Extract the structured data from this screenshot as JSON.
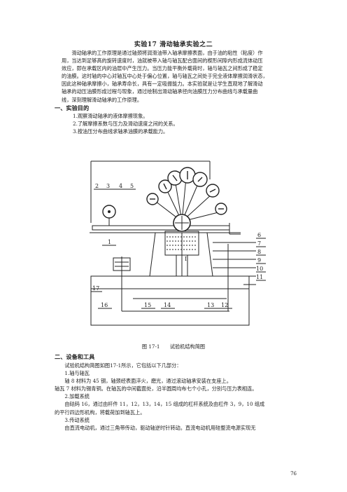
{
  "title": "实验17   滑动轴承实验之二",
  "intro": [
    "滑动轴承的工作原理是通过轴颈将润滑油带入轴承摩擦表面，由于油的粘性（粘度）作",
    "用，当达到足够高的旋转速度时，油就被带入轴与轴瓦配合面间的楔形间隙内形成流体动压",
    "效应，即在承载区内的油层中产生压力。当压力能平衡外载荷时，轴与轴瓦之间形成了稳定",
    "的油膜。这时轴的中心对轴瓦中心处于偏心位置，轴与轴瓦之间处于完全液体摩擦润滑状态，",
    "因此这种轴承摩擦小，轴承寿命长，具有一定吸振能力。本实验就是让学生直观地了解滑动",
    "轴承的动压油膜形成过程与现象，通过绘制出滑动轴承径向油膜压力分布曲线与承载量曲",
    "线，深刻理解滑动轴承的工作原理。"
  ],
  "section1": {
    "heading": "一、实验目的",
    "items": [
      "1.观察滑动轴承的液体摩擦现象。",
      "2.了解摩擦系数与压力及滑动速度之间的关系。",
      "3.按油压分布曲线求轴承油膜的承载能力。"
    ]
  },
  "figure": {
    "labels_top": [
      "2",
      "3",
      "4",
      "5"
    ],
    "label_left": "1",
    "label_center": "I",
    "labels_right": [
      "6",
      "7",
      "8",
      "9",
      "10",
      "11"
    ],
    "label_17": "17",
    "labels_bottom": [
      "16",
      "15",
      "14",
      "13",
      "12"
    ],
    "caption_num": "图 17-1",
    "caption_text": "试验机结构简图"
  },
  "section2": {
    "heading": "二、设备和工具",
    "lines": [
      "试验机结构简图如图17-1所示，它包括以下几部分：",
      "1.轴与轴瓦",
      "轴 8 材料为 45 钢，轴颈经表面淬火，磨光，通过滚动轴承安装在支座上。",
      "轴瓦 7 材料为锡青铜。在轴瓦的中间截面处，沿半圆周均布七个小孔，分别与压力表相连。",
      "2.加载系统",
      "由砝码 16，通过由杆件 11，12，13，14，15 组成的杠杆系统及由杠件 3，9，10 组成",
      "的平行四边形机构，将载荷加到轴瓦上。",
      "3.传动系统",
      "由直流电动机，通过三角带传动，驱动轴逆时针转动。直流电动机用硅整流电源实现无"
    ]
  },
  "page_number": "76"
}
